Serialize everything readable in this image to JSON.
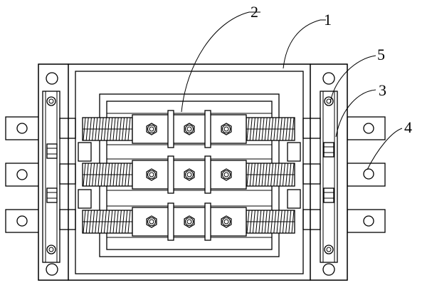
{
  "figure": {
    "callouts": [
      {
        "label": "1"
      },
      {
        "label": "2"
      },
      {
        "label": "3"
      },
      {
        "label": "4"
      },
      {
        "label": "5"
      }
    ]
  }
}
